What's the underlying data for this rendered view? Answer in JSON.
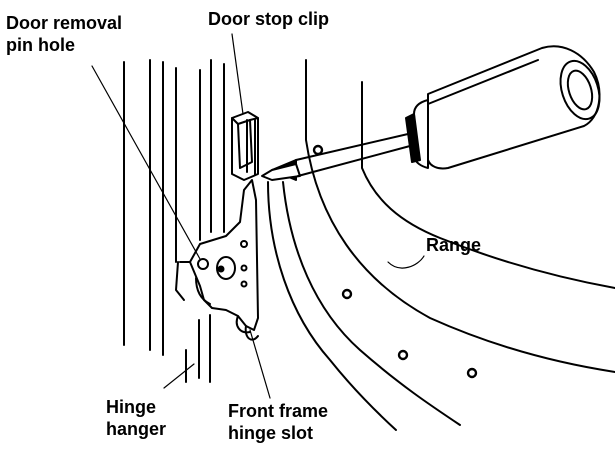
{
  "labels": {
    "door_removal_pin_hole": [
      "Door removal",
      "pin hole"
    ],
    "door_stop_clip": "Door stop clip",
    "range": "Range",
    "hinge_hanger": [
      "Hinge",
      "hanger"
    ],
    "front_frame_hinge_slot": [
      "Front frame",
      "hinge slot"
    ]
  },
  "colors": {
    "ink": "#000000",
    "paper": "#ffffff"
  }
}
